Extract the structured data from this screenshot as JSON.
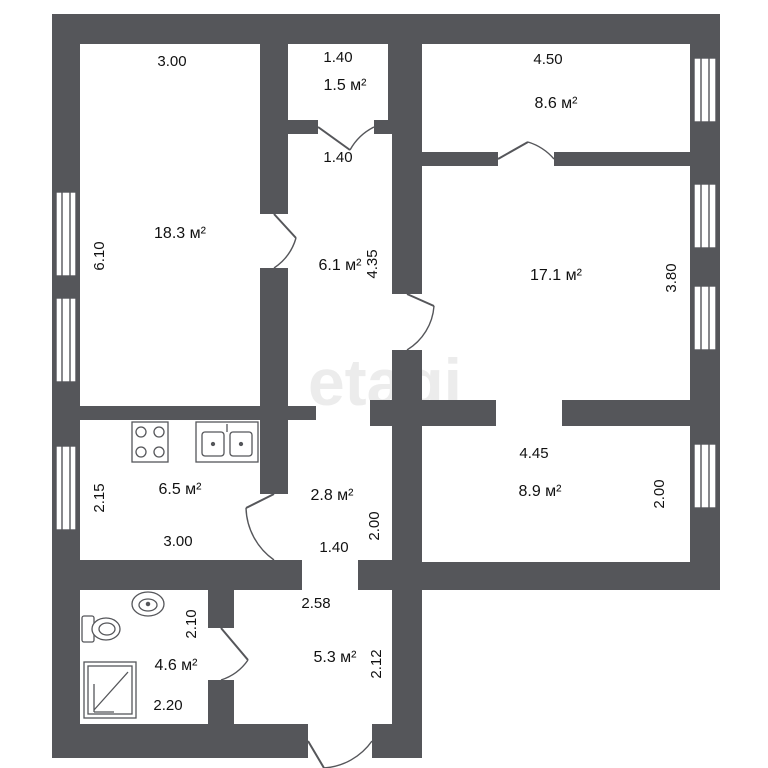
{
  "watermark": "etagi",
  "colors": {
    "wall": "#55565a",
    "floor": "#ffffff",
    "line": "#55565a"
  },
  "rooms": [
    {
      "id": "room-18",
      "area": "18.3 м²",
      "dims": [
        "3.00",
        "6.10"
      ]
    },
    {
      "id": "wc-small",
      "area": "1.5 м²",
      "dims": [
        "1.40"
      ]
    },
    {
      "id": "room-8-6",
      "area": "8.6 м²",
      "dims": [
        "4.50"
      ]
    },
    {
      "id": "hall",
      "area": "6.1 м²",
      "dims": [
        "1.40",
        "4.35"
      ]
    },
    {
      "id": "room-17",
      "area": "17.1 м²",
      "dims": [
        "3.80"
      ]
    },
    {
      "id": "kitchen",
      "area": "6.5 м²",
      "dims": [
        "2.15",
        "3.00"
      ]
    },
    {
      "id": "corridor",
      "area": "2.8 м²",
      "dims": [
        "1.40",
        "2.00"
      ]
    },
    {
      "id": "room-8-9",
      "area": "8.9 м²",
      "dims": [
        "4.45",
        "2.00"
      ]
    },
    {
      "id": "bathroom",
      "area": "4.6 м²",
      "dims": [
        "2.10",
        "2.20"
      ]
    },
    {
      "id": "entry",
      "area": "5.3 м²",
      "dims": [
        "2.58",
        "2.12"
      ]
    }
  ],
  "fixtures": [
    "stove-icon",
    "double-sink-icon",
    "washbasin-icon",
    "toilet-icon",
    "shower-tray-icon"
  ]
}
